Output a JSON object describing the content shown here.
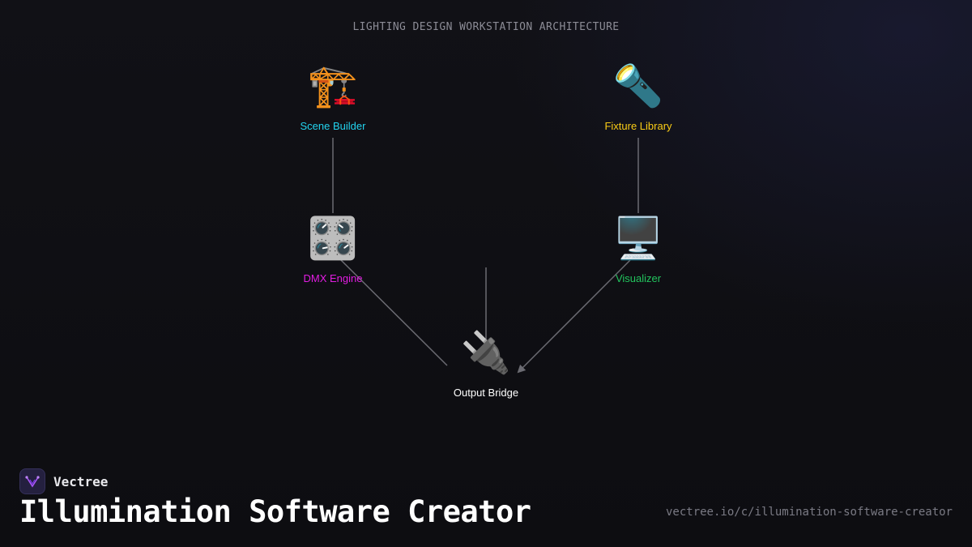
{
  "diagram": {
    "heading": "LIGHTING DESIGN WORKSTATION ARCHITECTURE",
    "nodes": [
      {
        "id": "scene_builder",
        "label": "Scene Builder",
        "icon": "construction-crane-icon",
        "glyph": "🏗️",
        "color": "#22d3ee"
      },
      {
        "id": "fixture_library",
        "label": "Fixture Library",
        "icon": "flashlight-icon",
        "glyph": "🔦",
        "color": "#facc15"
      },
      {
        "id": "dmx_engine",
        "label": "DMX Engine",
        "icon": "control-knobs-icon",
        "glyph": "🎛️",
        "color": "#e11de1"
      },
      {
        "id": "visualizer",
        "label": "Visualizer",
        "icon": "desktop-computer-icon",
        "glyph": "🖥️",
        "color": "#22c55e"
      },
      {
        "id": "output_bridge",
        "label": "Output Bridge",
        "icon": "electric-plug-icon",
        "glyph": "🔌",
        "color": "#ffffff"
      }
    ],
    "edges": [
      {
        "from": "scene_builder",
        "to": "dmx_engine"
      },
      {
        "from": "fixture_library",
        "to": "visualizer"
      },
      {
        "from": "dmx_engine",
        "to": "output_bridge"
      },
      {
        "from": "visualizer",
        "to": "output_bridge",
        "arrow": true
      },
      {
        "from": null,
        "to": "output_bridge"
      }
    ],
    "edge_color": "#6b6b72"
  },
  "footer": {
    "brand_name": "Vectree",
    "brand_icon": "vectree-logo-icon",
    "title": "Illumination Software Creator",
    "url": "vectree.io/c/illumination-software-creator"
  }
}
